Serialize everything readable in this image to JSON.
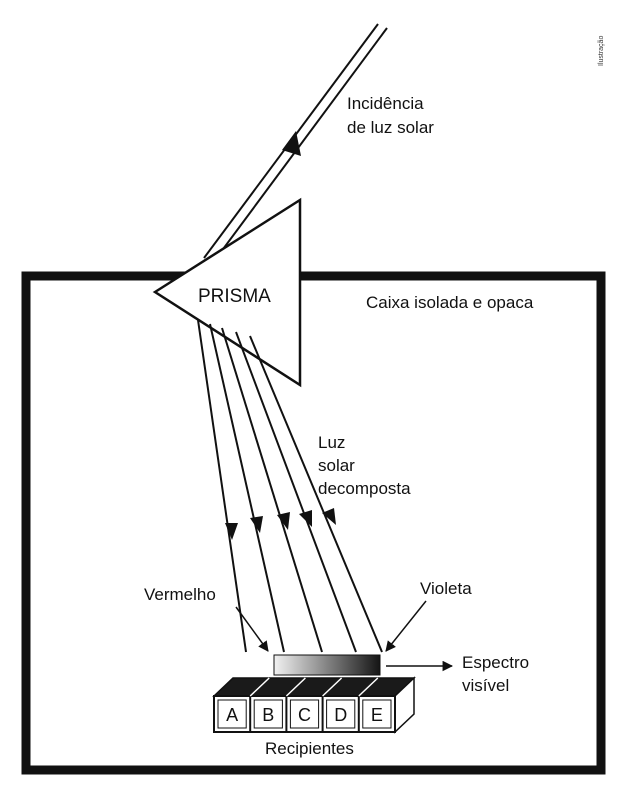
{
  "labels": {
    "incidence_line1": "Incidência",
    "incidence_line2": "de luz solar",
    "prism": "PRISMA",
    "box": "Caixa isolada e opaca",
    "decomposed_line1": "Luz",
    "decomposed_line2": "solar",
    "decomposed_line3": "decomposta",
    "red": "Vermelho",
    "violet": "Violeta",
    "spectrum_line1": "Espectro",
    "spectrum_line2": "visível",
    "containers": "Recipientes",
    "credit": "Ilustração"
  },
  "containers": [
    "A",
    "B",
    "C",
    "D",
    "E"
  ],
  "colors": {
    "ink": "#111111",
    "paper": "#ffffff",
    "spectrum_start": "#f2f2f2",
    "spectrum_end": "#151515"
  }
}
